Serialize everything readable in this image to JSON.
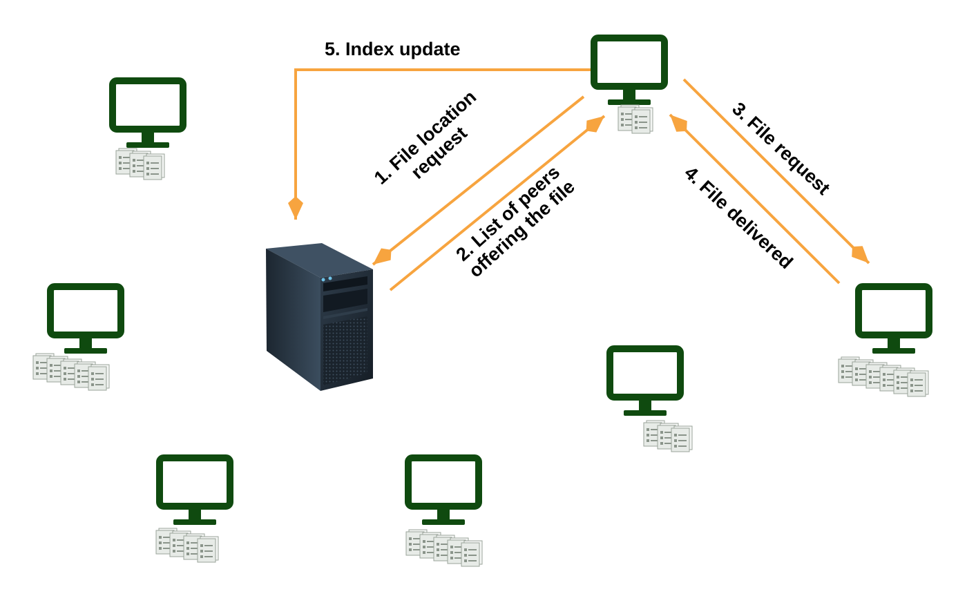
{
  "colors": {
    "monitor": "#0f4a0f",
    "arrow": "#f7a43f",
    "server_body": "#27333f",
    "server_front": "#1a232c",
    "doc": "#e7ebe7",
    "doc_border": "#9aa39a"
  },
  "labels": {
    "index_update": "5. Index update",
    "file_location_1": "1. File location",
    "file_location_2": "request",
    "list_peers_1": "2. List of peers",
    "list_peers_2": "offering the file",
    "file_request": "3. File request",
    "file_delivered": "4. File delivered"
  },
  "nodes": [
    {
      "id": "peer-top-center",
      "icon": "monitor-icon",
      "file_docs": 2
    },
    {
      "id": "peer-top-left",
      "icon": "monitor-icon",
      "file_docs": 3
    },
    {
      "id": "peer-mid-left",
      "icon": "monitor-icon",
      "file_docs": 5
    },
    {
      "id": "peer-bottom-left",
      "icon": "monitor-icon",
      "file_docs": 4
    },
    {
      "id": "peer-bottom-center",
      "icon": "monitor-icon",
      "file_docs": 5
    },
    {
      "id": "peer-center-right",
      "icon": "monitor-icon",
      "file_docs": 3
    },
    {
      "id": "peer-right",
      "icon": "monitor-icon",
      "file_docs": 6
    },
    {
      "id": "index-server",
      "icon": "server-tower-icon"
    }
  ]
}
